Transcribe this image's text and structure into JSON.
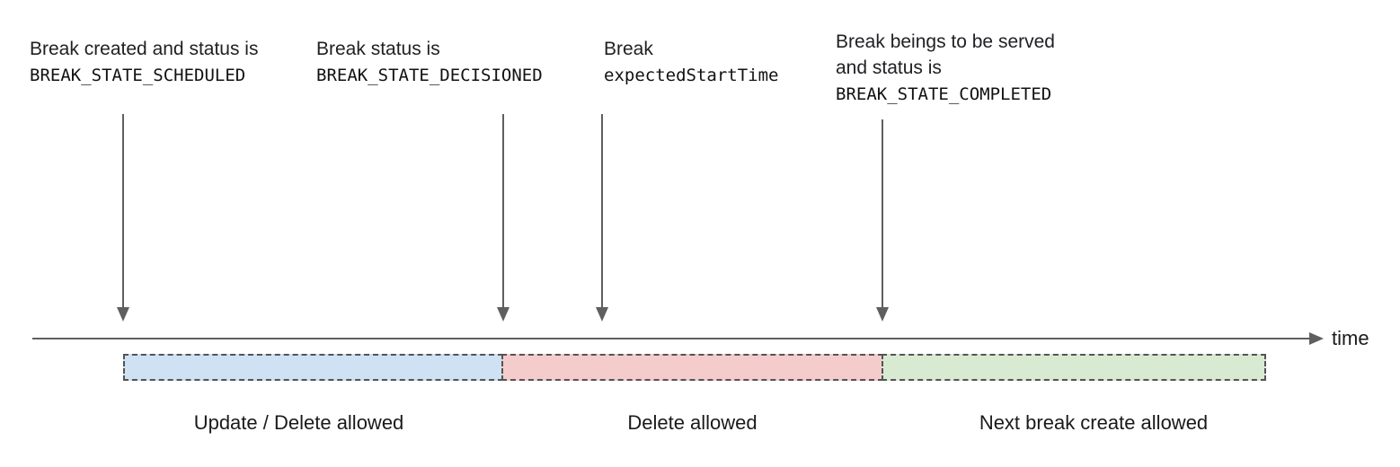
{
  "colors": {
    "line": "#5f5f5f",
    "dashed_border": "#545454",
    "segment_blue": "#cfe2f3",
    "segment_red": "#f4cccc",
    "segment_green": "#d9ead3",
    "text": "#202124"
  },
  "annotations": [
    {
      "line1": "Break created and status is",
      "code": "BREAK_STATE_SCHEDULED"
    },
    {
      "line1": "Break status is",
      "code": "BREAK_STATE_DECISIONED"
    },
    {
      "line1": "Break",
      "code": "expectedStartTime"
    },
    {
      "line1": "Break beings to be served",
      "line2": "and status is",
      "code": "BREAK_STATE_COMPLETED"
    }
  ],
  "timeline": {
    "axis_label": "time"
  },
  "segments": [
    {
      "label": "Update / Delete allowed",
      "color": "#cfe2f3"
    },
    {
      "label": "Delete allowed",
      "color": "#f4cccc"
    },
    {
      "label": "Next break create allowed",
      "color": "#d9ead3"
    }
  ]
}
